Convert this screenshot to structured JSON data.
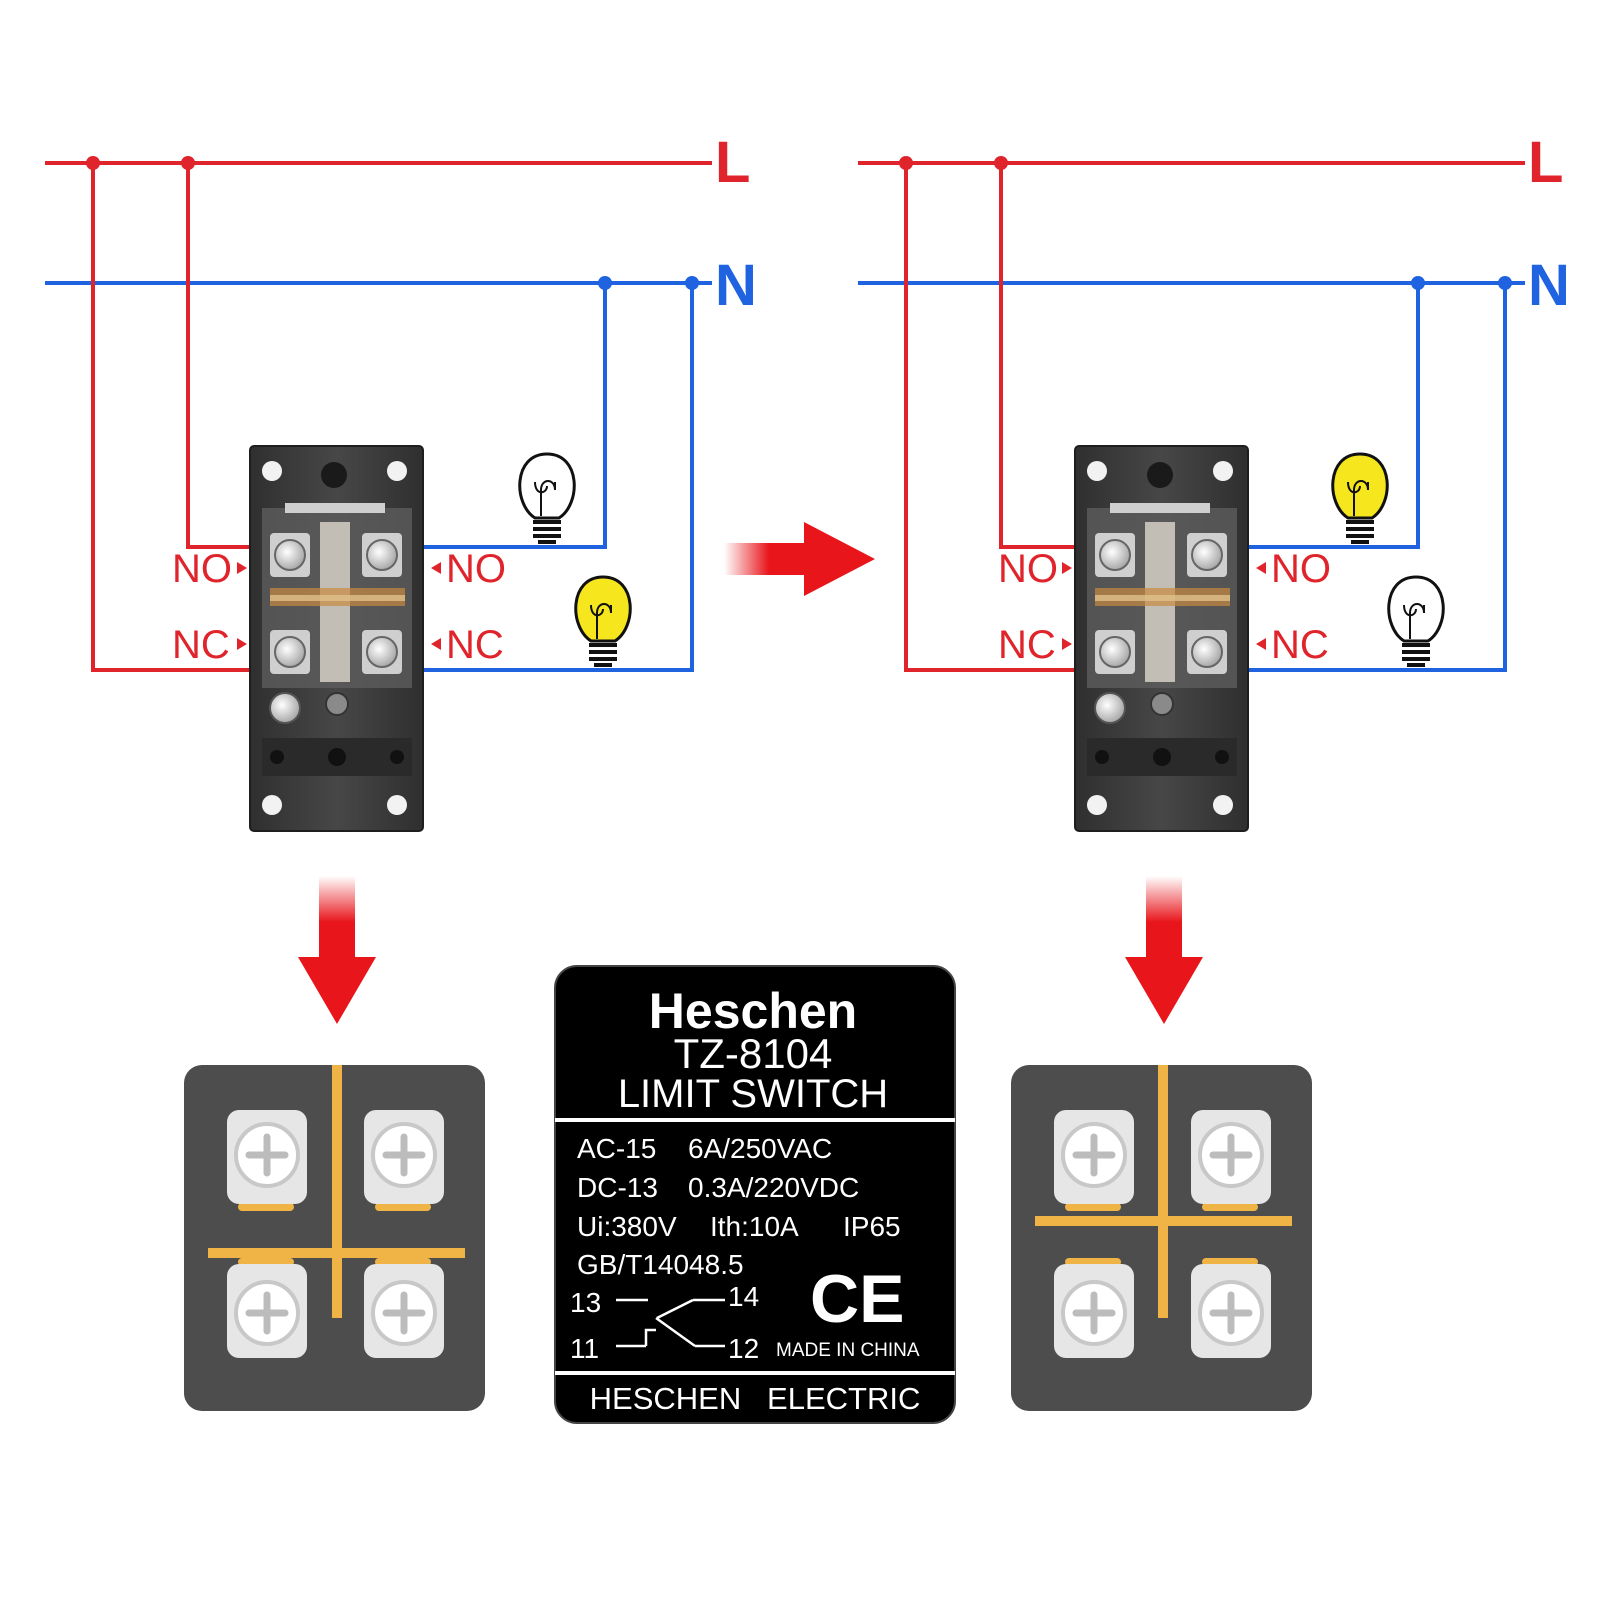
{
  "colors": {
    "live": "#e0242b",
    "neutral": "#1f63e0",
    "lamp_on": "#f5e61e",
    "lamp_off": "#ffffff",
    "arrow": "#e8151b",
    "switch_body": "#3c3c3c",
    "terminal": "#e6e6e6",
    "contact_bridge": "#f0b346",
    "label_bg": "#000000",
    "label_text": "#ffffff"
  },
  "panels": [
    {
      "state": "released",
      "rail_labels": {
        "live": "L",
        "neutral": "N"
      },
      "terminal_labels": {
        "no_left": "NO",
        "no_right": "NO",
        "nc_left": "NC",
        "nc_right": "NC"
      },
      "lamps": {
        "no_circuit": "off",
        "nc_circuit": "on"
      },
      "contacts": "top-pair-open"
    },
    {
      "state": "actuated",
      "rail_labels": {
        "live": "L",
        "neutral": "N"
      },
      "terminal_labels": {
        "no_left": "NO",
        "no_right": "NO",
        "nc_left": "NC",
        "nc_right": "NC"
      },
      "lamps": {
        "no_circuit": "on",
        "nc_circuit": "off"
      },
      "contacts": "bottom-pair-open"
    }
  ],
  "nameplate": {
    "brand": "Heschen",
    "model": "TZ-8104",
    "product": "LIMIT SWITCH",
    "specs": [
      {
        "category": "AC-15",
        "rating": "6A/250VAC"
      },
      {
        "category": "DC-13",
        "rating": "0.3A/220VDC"
      }
    ],
    "ratings_line": {
      "ui": "Ui:380V",
      "ith": "Ith:10A",
      "ip": "IP65"
    },
    "standard": "GB/T14048.5",
    "terminals": {
      "t13": "13",
      "t14": "14",
      "t11": "11",
      "t12": "12"
    },
    "certification": "CE",
    "origin": "MADE IN CHINA",
    "manufacturer": "HESCHEN   ELECTRIC"
  }
}
